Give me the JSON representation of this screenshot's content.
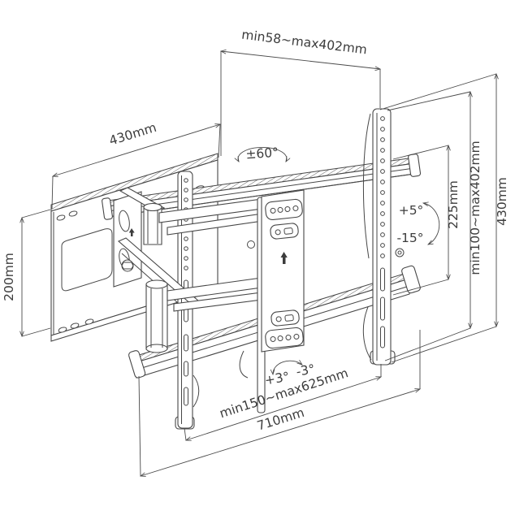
{
  "diagram": {
    "type": "technical-dimension-drawing",
    "subject": "Full-motion articulating TV wall mount, isometric view with dimensions",
    "units": "mm",
    "line_color": "#474747",
    "background_color": "#ffffff",
    "labels": {
      "extension_from_wall": "min58~max402mm",
      "wall_plate_width": "430mm",
      "wall_plate_height": "200mm",
      "swivel_range": "±60°",
      "rail_spacing": "225mm",
      "vesa_height_range": "min100~max402mm",
      "bracket_height": "430mm",
      "tilt_up": "+5°",
      "tilt_down": "-15°",
      "level_adjust_positive": "+3°",
      "level_adjust_negative": "-3°",
      "bracket_spacing_range": "min150~max625mm",
      "rail_length": "710mm"
    }
  }
}
